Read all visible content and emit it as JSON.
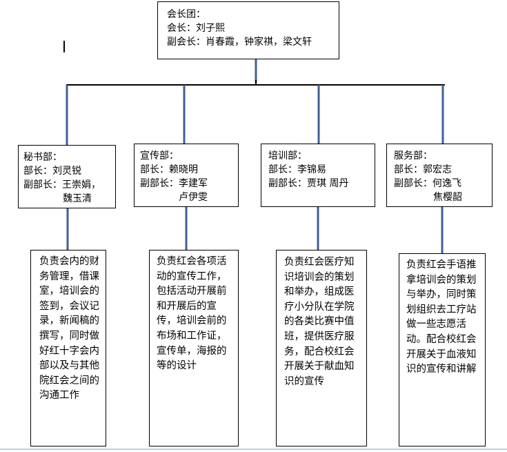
{
  "colors": {
    "connector": "#3f5f97",
    "bus": "#000000",
    "border": "#000000"
  },
  "council": {
    "heading": "会长团：",
    "president": "会长：刘子熙",
    "vice_presidents": "副会长：肖春霞，钟家祺，梁文轩"
  },
  "departments": [
    {
      "id": "secretariat",
      "title": "秘书部：",
      "head": "部长：刘灵锐",
      "deputy": "副部长：王崇娟，",
      "deputy_2": "魏玉清",
      "duties": "负责会内的财务管理，借课室，培训会的签到，会议记录，新闻稿的撰写，同时做好红十字会内部以及与其他院红会之间的沟通工作"
    },
    {
      "id": "publicity",
      "title": "宣传部：",
      "head": "部长：赖晓明",
      "deputy": "副部长：李建军",
      "deputy_2": "卢伊雯",
      "duties": "负责红会各项活动的宣传工作，包括活动开展前和开展后的宣传，培训会前的布场和工作证，宣传单，海报的等的设计"
    },
    {
      "id": "training",
      "title": "培训部：",
      "head": "部长：李锦易",
      "deputy": "副部长：贾琪 周丹",
      "deputy_2": "",
      "duties": "负责红会医疗知识培训会的策划和举办，组成医疗小分队在学院的各类比赛中值班，提供医疗服务，配合校红会开展关于献血知识的宣传"
    },
    {
      "id": "service",
      "title": "服务部：",
      "head": "部长：郭宏志",
      "deputy": "副部长：何逸飞",
      "deputy_2": "焦樱韶",
      "duties": "负责红会手语推拿培训会的策划与举办，同时策划组织去工疗站做一些志愿活动。配合校红会开展关于血液知识的宣传和讲解"
    }
  ]
}
